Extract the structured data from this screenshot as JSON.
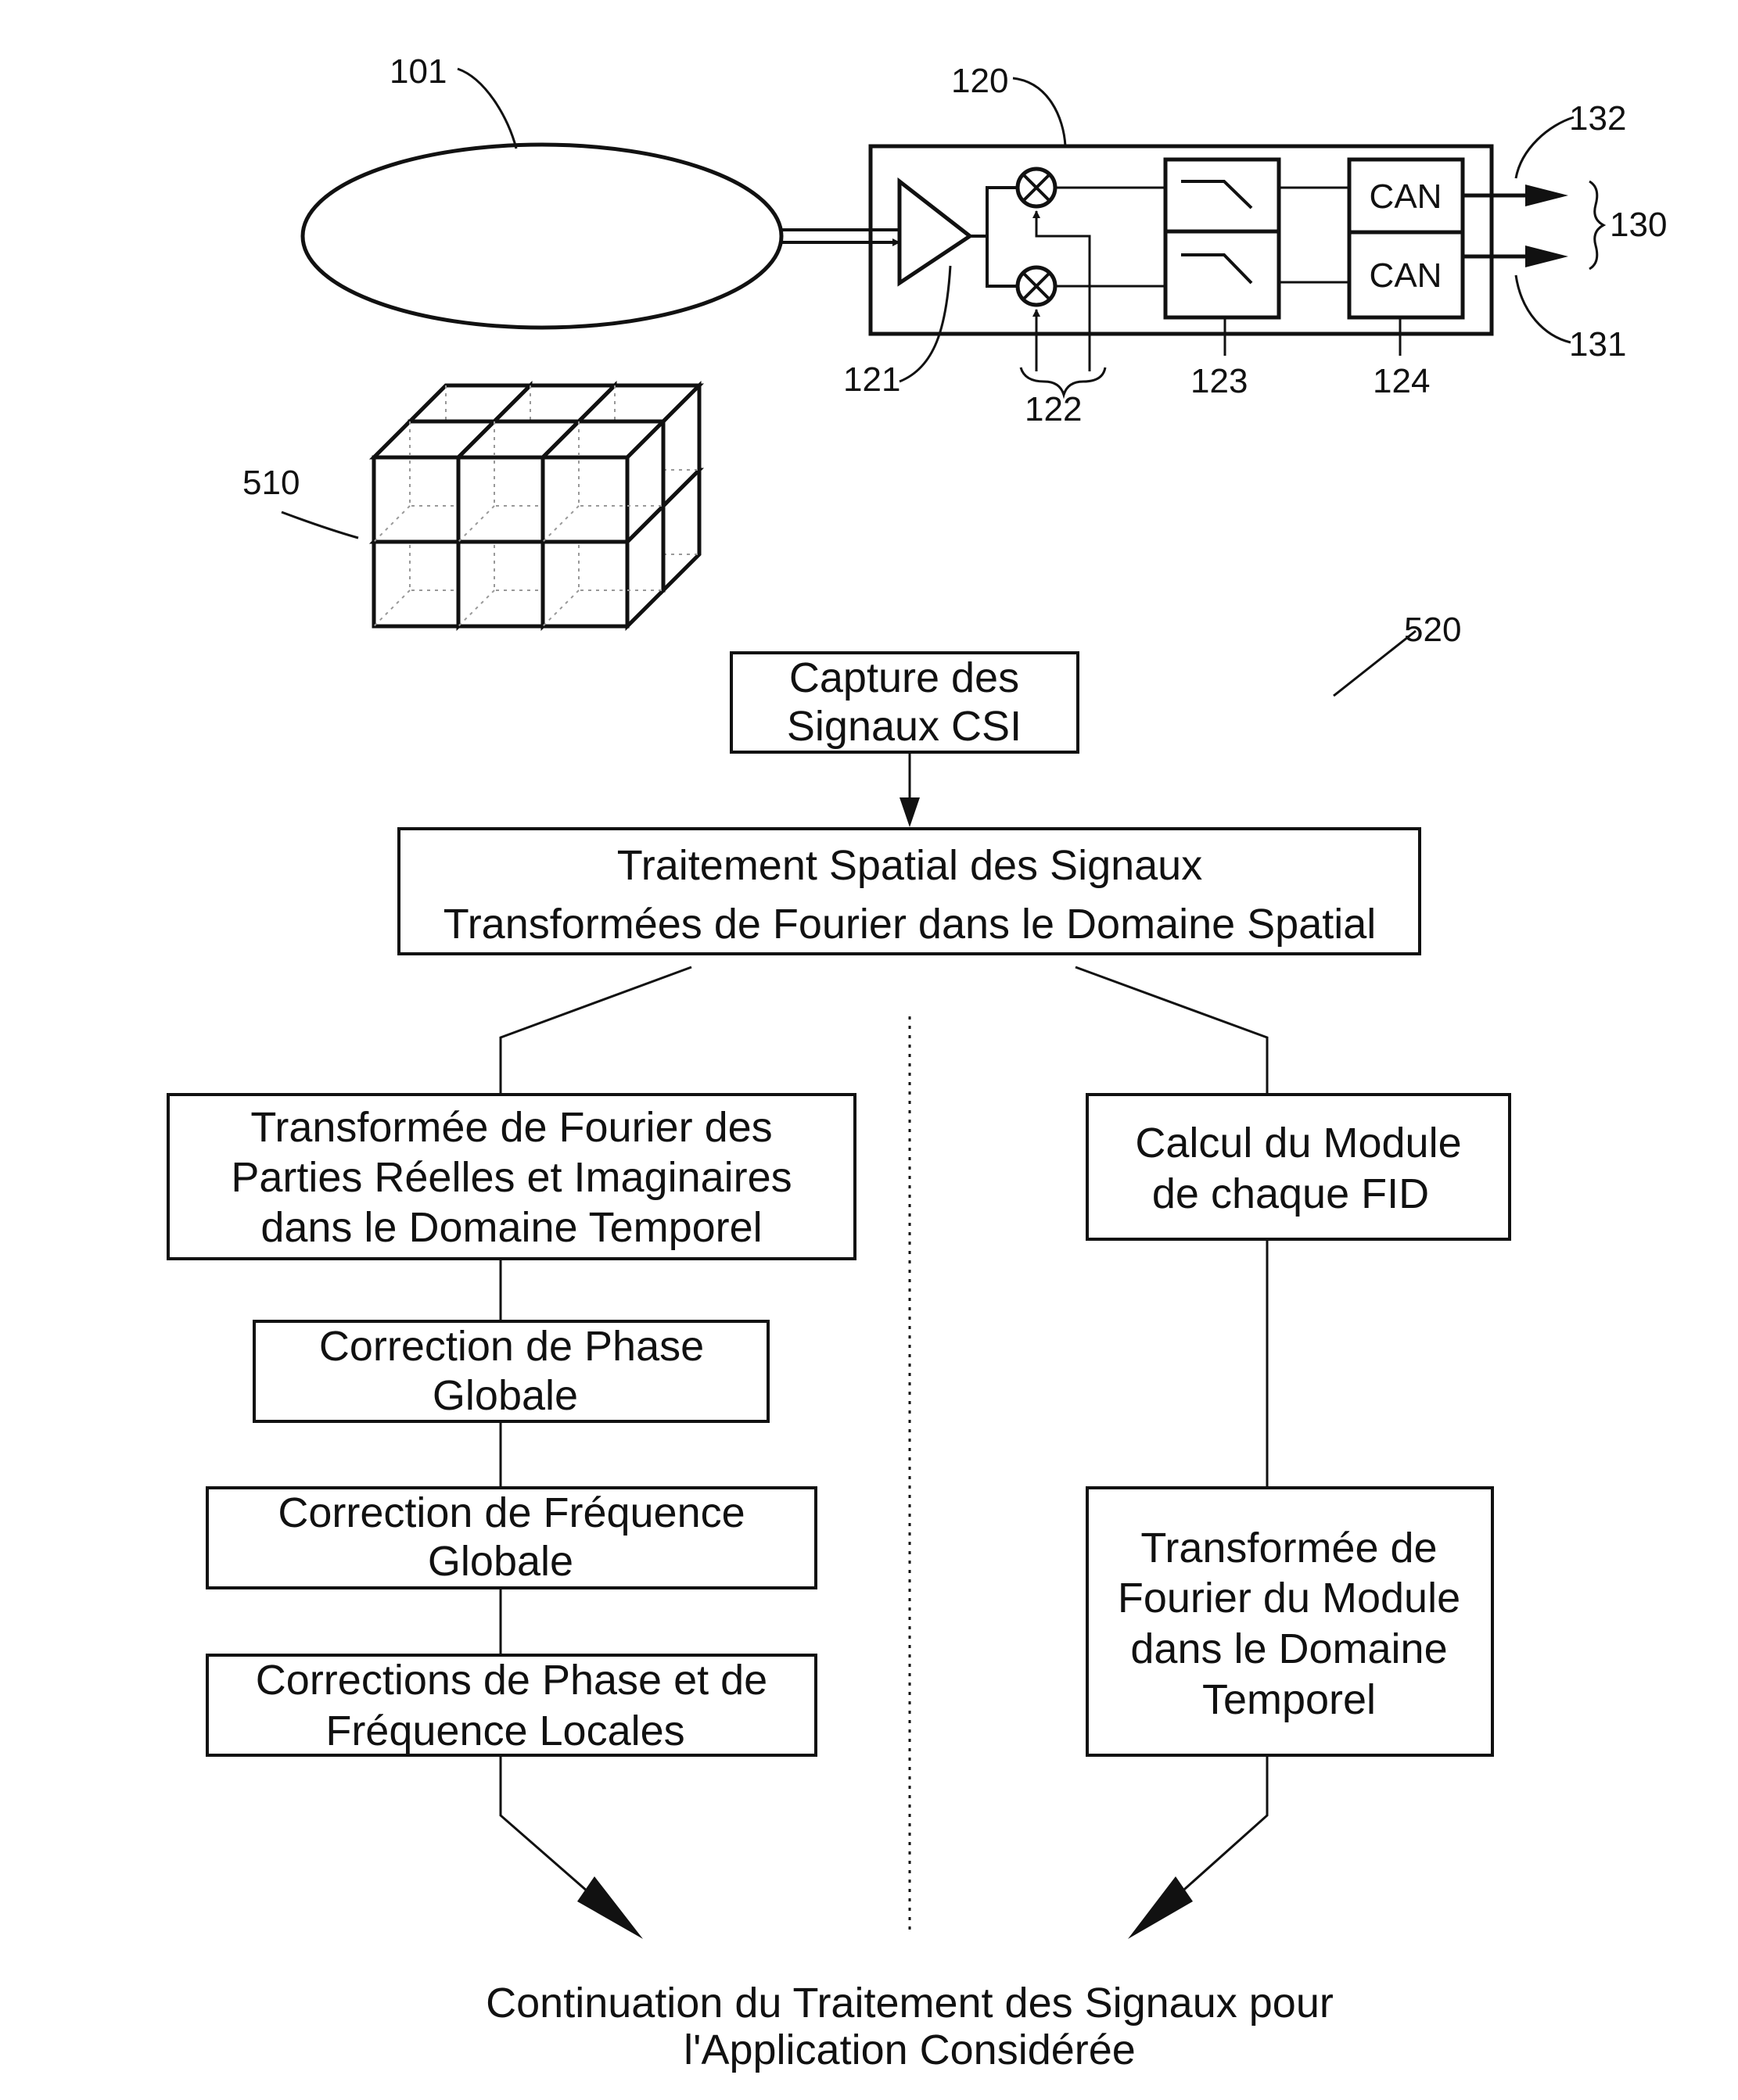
{
  "hardware": {
    "ref_coil": "101",
    "ref_receiver": "120",
    "ref_amp": "121",
    "ref_mixers": "122",
    "ref_filters": "123",
    "ref_adc": "124",
    "ref_outputs": "130",
    "ref_out_i": "131",
    "ref_out_q": "132",
    "adc_top_label": "CAN",
    "adc_bottom_label": "CAN"
  },
  "voxels": {
    "ref": "510"
  },
  "flowchart": {
    "ref": "520",
    "capture": [
      "Capture des",
      "Signaux CSI"
    ],
    "spatial": [
      "Traitement Spatial des Signaux",
      "Transformées de Fourier dans le Domaine Spatial"
    ],
    "left": {
      "fourier": [
        "Transformée de Fourier des",
        "Parties Réelles et Imaginaires",
        "dans le Domaine Temporel"
      ],
      "phase": [
        "Correction de Phase",
        "Globale"
      ],
      "frequency": [
        "Correction de Fréquence",
        "Globale"
      ],
      "local": [
        "Corrections de Phase et de",
        "Fréquence Locales"
      ]
    },
    "right": {
      "module": [
        "Calcul du Module",
        "de chaque FID"
      ],
      "fourier_module": [
        "Transformée de",
        "Fourier du Module",
        "dans le Domaine",
        "Temporel"
      ]
    },
    "continuation": [
      "Continuation du Traitement des Signaux pour",
      "l'Application Considérée"
    ]
  }
}
